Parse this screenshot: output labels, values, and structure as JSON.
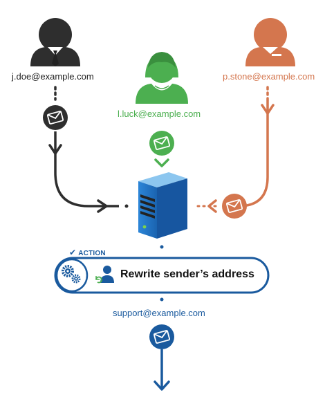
{
  "senders": [
    {
      "email": "j.doe@example.com",
      "color": "#333333",
      "icon": "male-user-tie-icon"
    },
    {
      "email": "l.luck@example.com",
      "color": "#4caf50",
      "icon": "female-user-icon"
    },
    {
      "email": "p.stone@example.com",
      "color": "#d4764e",
      "icon": "male-user-icon"
    }
  ],
  "server": {
    "icon": "mail-server-icon",
    "color": "#1e6fc0"
  },
  "action": {
    "tag": "ACTION",
    "title": "Rewrite sender’s address",
    "color": "#1a5a9e",
    "icons": [
      "gears-icon",
      "user-swap-icon"
    ]
  },
  "recipient": {
    "email": "support@example.com",
    "color": "#1a5a9e",
    "icon": "envelope-icon"
  }
}
